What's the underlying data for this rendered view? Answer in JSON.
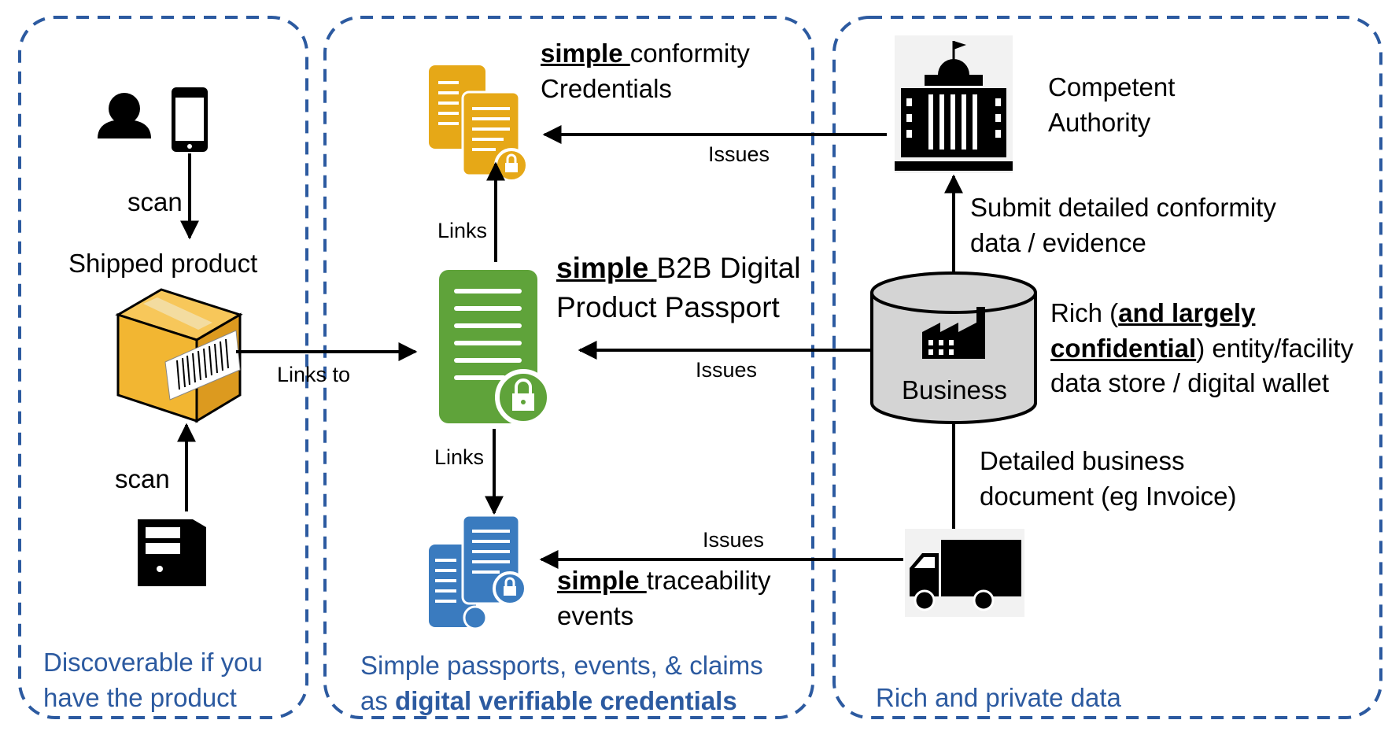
{
  "panels": {
    "left_caption": [
      "Discoverable if you",
      "have the product"
    ],
    "middle_caption": {
      "line1": "Simple passports, events, & claims",
      "line2_prefix": "as ",
      "line2_bold": "digital verifiable credentials"
    },
    "right_caption": "Rich and  private data"
  },
  "left": {
    "scan_top": "scan",
    "shipped_product": "Shipped product",
    "scan_bottom": "scan",
    "links_to": "Links to"
  },
  "middle": {
    "conformity": {
      "bold": "simple ",
      "line1_rest": "conformity",
      "line2": "Credentials"
    },
    "links_up": "Links",
    "passport": {
      "bold": "simple ",
      "line1_rest": "B2B Digital",
      "line2": "Product Passport"
    },
    "links_down": "Links",
    "traceability": {
      "bold": "simple ",
      "line1_rest": "traceability",
      "line2": "events"
    }
  },
  "right": {
    "authority": [
      "Competent",
      "Authority"
    ],
    "issues_top": "Issues",
    "submit": [
      "Submit detailed conformity",
      "data / evidence"
    ],
    "business": "Business",
    "rich": {
      "prefix": "Rich (",
      "bold1": "and largely",
      "bold2": "confidential",
      "suffix": ") entity/facility",
      "line3": "data store / digital wallet"
    },
    "issues_mid": "Issues",
    "detailed": [
      "Detailed business",
      "document (eg Invoice)"
    ],
    "issues_bottom": "Issues"
  },
  "icons": {
    "person": "person-icon",
    "phone": "smartphone-icon",
    "box": "barcode-box-icon",
    "computer": "computer-tower-icon",
    "gold_docs": "locked-documents-icon",
    "green_doc": "locked-document-icon",
    "blue_docs": "locked-documents-icon",
    "building": "government-building-icon",
    "database": "database-cylinder-icon",
    "factory": "factory-icon",
    "truck": "truck-icon"
  },
  "colors": {
    "panel_border": "#2c5aa0",
    "caption_blue": "#2c5aa0",
    "gold": "#e6a817",
    "green": "#5fa33a",
    "blue_doc": "#3a7bbf",
    "box_fill": "#f2b632",
    "cylinder": "#d4d4d4"
  }
}
